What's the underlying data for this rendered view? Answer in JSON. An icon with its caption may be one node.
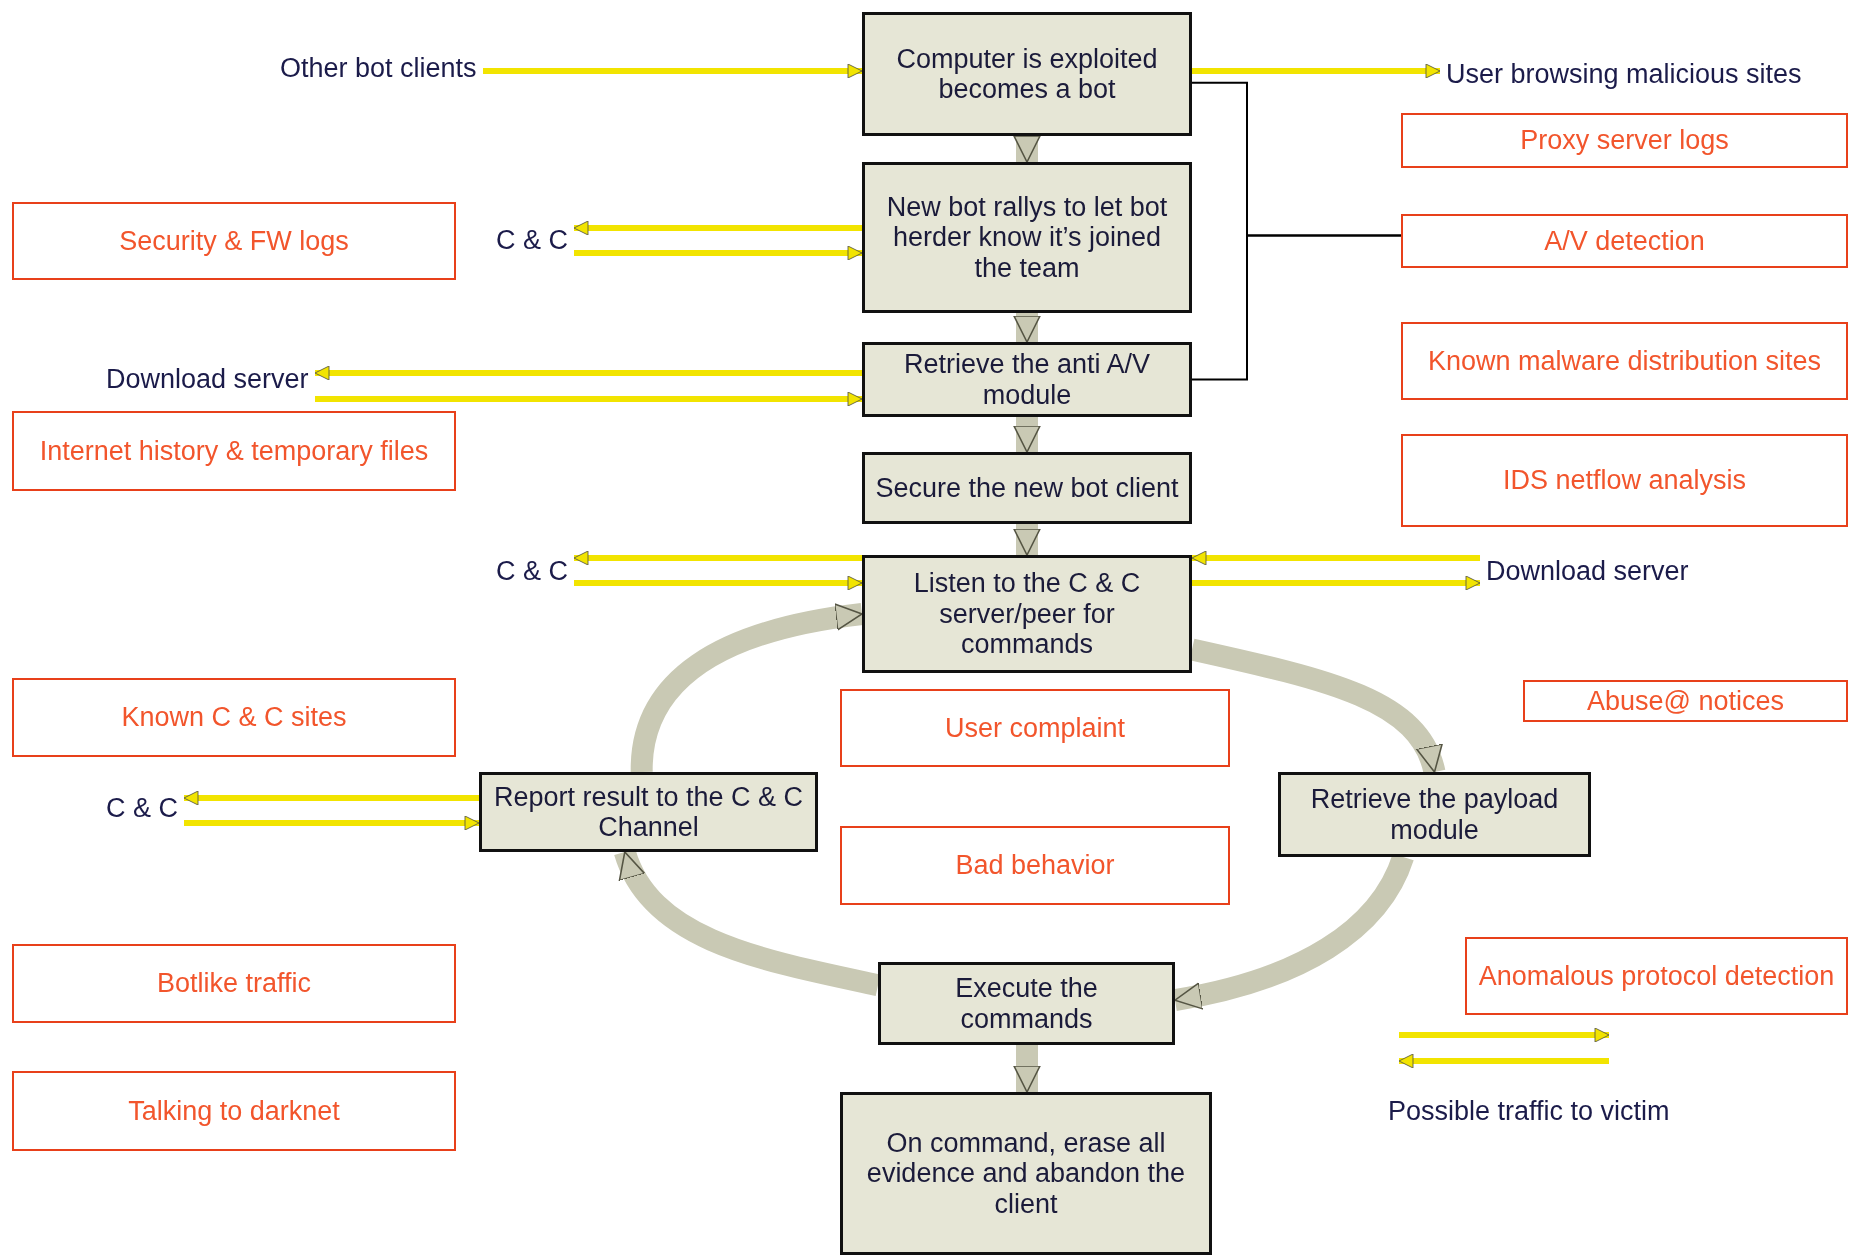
{
  "diagram": {
    "nodes": [
      {
        "text": [
          "Other bot clients"
        ]
      },
      {
        "text": [
          "Computer is exploited becomes a bot"
        ]
      },
      {
        "text": [
          "User browsing malicious sites"
        ]
      },
      {
        "text": [
          "Proxy server logs"
        ]
      },
      {
        "text": [
          "Security & FW logs"
        ]
      },
      {
        "text": [
          "C & C"
        ]
      },
      {
        "text": [
          "New bot rallys to let bot herder know it’s joined the team"
        ]
      },
      {
        "text": [
          "A/V detection"
        ]
      },
      {
        "text": [
          "Download server"
        ]
      },
      {
        "text": [
          "Retrieve the anti A/V module"
        ]
      },
      {
        "text": [
          "Known malware distribution sites"
        ]
      },
      {
        "text": [
          "Internet history & temporary files"
        ]
      },
      {
        "text": [
          "Secure the new bot client"
        ]
      },
      {
        "text": [
          "IDS netflow analysis"
        ]
      },
      {
        "text": [
          "C & C"
        ]
      },
      {
        "text": [
          "Listen to the C & C server/peer for commands"
        ]
      },
      {
        "text": [
          "Download server"
        ]
      },
      {
        "text": [
          "Known C & C sites"
        ]
      },
      {
        "text": [
          "User complaint"
        ]
      },
      {
        "text": [
          "Abuse@ notices"
        ]
      },
      {
        "text": [
          "C & C"
        ]
      },
      {
        "text": [
          "Report result to the C & C Channel"
        ]
      },
      {
        "text": [
          "Retrieve the payload module"
        ]
      },
      {
        "text": [
          "Bad behavior"
        ]
      },
      {
        "text": [
          "Botlike traffic"
        ]
      },
      {
        "text": [
          "Anomalous protocol detection"
        ]
      },
      {
        "text": [
          "Execute the commands"
        ]
      },
      {
        "text": [
          "Talking to darknet"
        ]
      },
      {
        "text": [
          "On command, erase all evidence and abandon the client"
        ]
      }
    ],
    "edges": [
      {
        "from": 0,
        "to": 1,
        "arrow": "to"
      },
      {
        "from": 1,
        "to": 2,
        "arrow": "to"
      },
      {
        "from": 1,
        "to": 7,
        "arrow": "none",
        "color": "#000000"
      },
      {
        "from": 9,
        "to": 7,
        "arrow": "none",
        "color": "#000000"
      },
      {
        "from": 6,
        "to": 5,
        "arrow": "to"
      },
      {
        "from": 5,
        "to": 6,
        "arrow": "to"
      },
      {
        "from": 9,
        "to": 8,
        "arrow": "to"
      },
      {
        "from": 8,
        "to": 9,
        "arrow": "to"
      },
      {
        "from": 1,
        "to": 6,
        "arrow": "to",
        "style": "thick",
        "color": "#c9c9b4"
      },
      {
        "from": 6,
        "to": 9,
        "arrow": "to",
        "style": "thick",
        "color": "#c9c9b4"
      },
      {
        "from": 9,
        "to": 12,
        "arrow": "to",
        "style": "thick",
        "color": "#c9c9b4"
      },
      {
        "from": 12,
        "to": 15,
        "arrow": "to",
        "style": "thick",
        "color": "#c9c9b4"
      },
      {
        "from": 15,
        "to": 14,
        "arrow": "to"
      },
      {
        "from": 14,
        "to": 15,
        "arrow": "to"
      },
      {
        "from": 16,
        "to": 15,
        "arrow": "to"
      },
      {
        "from": 15,
        "to": 16,
        "arrow": "to"
      },
      {
        "from": 15,
        "to": 22,
        "arrow": "to",
        "style": "thick",
        "color": "#c9c9b4"
      },
      {
        "from": 22,
        "to": 26,
        "arrow": "to",
        "style": "thick",
        "color": "#c9c9b4"
      },
      {
        "from": 26,
        "to": 21,
        "arrow": "to",
        "style": "thick",
        "color": "#c9c9b4"
      },
      {
        "from": 21,
        "to": 15,
        "arrow": "to",
        "style": "thick",
        "color": "#c9c9b4"
      },
      {
        "from": 21,
        "to": 20,
        "arrow": "to"
      },
      {
        "from": 20,
        "to": 21,
        "arrow": "to"
      },
      {
        "from": 26,
        "to": 28,
        "arrow": "to",
        "style": "thick",
        "color": "#c9c9b4"
      }
    ],
    "labels": [
      "Possible traffic to victim"
    ]
  }
}
